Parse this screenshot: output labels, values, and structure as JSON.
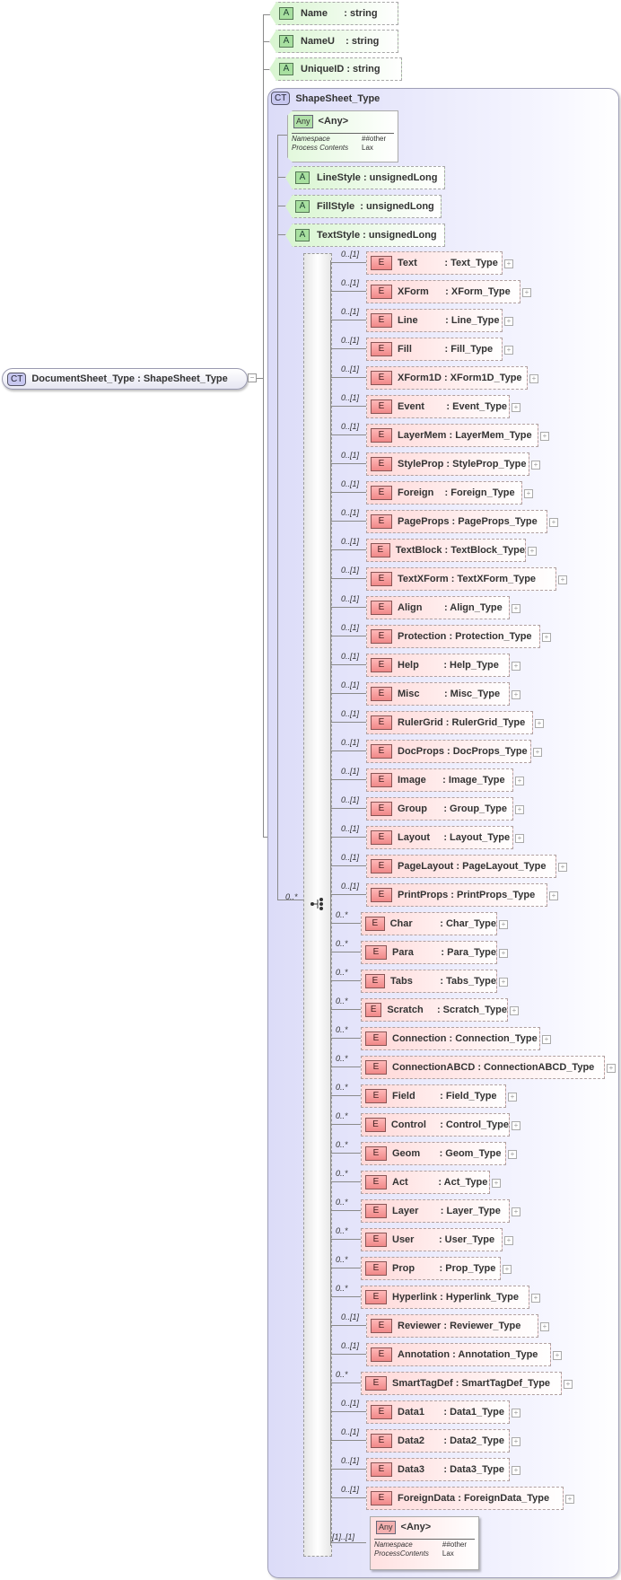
{
  "root": {
    "badge": "CT",
    "label": "DocumentSheet_Type : ShapeSheet_Type",
    "collapse": "−"
  },
  "attributes": [
    {
      "badge": "A",
      "label": "Name      : string"
    },
    {
      "badge": "A",
      "label": "NameU    : string"
    },
    {
      "badge": "A",
      "label": "UniqueID : string"
    }
  ],
  "complex_type": {
    "badge": "CT",
    "title": "ShapeSheet_Type",
    "any_top": {
      "badge": "Any",
      "label": "<Any>",
      "props": [
        {
          "key": "Namespace",
          "value": "##other"
        },
        {
          "key": "Process Contents",
          "value": "Lax"
        }
      ]
    },
    "attributes": [
      {
        "badge": "A",
        "label": "LineStyle : unsignedLong"
      },
      {
        "badge": "A",
        "label": "FillStyle  : unsignedLong"
      },
      {
        "badge": "A",
        "label": "TextStyle : unsignedLong"
      }
    ],
    "sequence_occurrence": "0..*",
    "elements": [
      {
        "occ": "0..[1]",
        "label": "Text          : Text_Type"
      },
      {
        "occ": "0..[1]",
        "label": "XForm      : XForm_Type"
      },
      {
        "occ": "0..[1]",
        "label": "Line          : Line_Type"
      },
      {
        "occ": "0..[1]",
        "label": "Fill            : Fill_Type"
      },
      {
        "occ": "0..[1]",
        "label": "XForm1D : XForm1D_Type"
      },
      {
        "occ": "0..[1]",
        "label": "Event        : Event_Type"
      },
      {
        "occ": "0..[1]",
        "label": "LayerMem : LayerMem_Type"
      },
      {
        "occ": "0..[1]",
        "label": "StyleProp : StyleProp_Type"
      },
      {
        "occ": "0..[1]",
        "label": "Foreign    : Foreign_Type"
      },
      {
        "occ": "0..[1]",
        "label": "PageProps : PageProps_Type"
      },
      {
        "occ": "0..[1]",
        "label": "TextBlock : TextBlock_Type"
      },
      {
        "occ": "0..[1]",
        "label": "TextXForm : TextXForm_Type"
      },
      {
        "occ": "0..[1]",
        "label": "Align        : Align_Type"
      },
      {
        "occ": "0..[1]",
        "label": "Protection : Protection_Type"
      },
      {
        "occ": "0..[1]",
        "label": "Help         : Help_Type"
      },
      {
        "occ": "0..[1]",
        "label": "Misc         : Misc_Type"
      },
      {
        "occ": "0..[1]",
        "label": "RulerGrid : RulerGrid_Type"
      },
      {
        "occ": "0..[1]",
        "label": "DocProps : DocProps_Type"
      },
      {
        "occ": "0..[1]",
        "label": "Image      : Image_Type"
      },
      {
        "occ": "0..[1]",
        "label": "Group      : Group_Type"
      },
      {
        "occ": "0..[1]",
        "label": "Layout     : Layout_Type"
      },
      {
        "occ": "0..[1]",
        "label": "PageLayout : PageLayout_Type"
      },
      {
        "occ": "0..[1]",
        "label": "PrintProps : PrintProps_Type"
      },
      {
        "occ": "0..*",
        "label": "Char          : Char_Type"
      },
      {
        "occ": "0..*",
        "label": "Para          : Para_Type"
      },
      {
        "occ": "0..*",
        "label": "Tabs          : Tabs_Type"
      },
      {
        "occ": "0..*",
        "label": "Scratch     : Scratch_Type"
      },
      {
        "occ": "0..*",
        "label": "Connection : Connection_Type"
      },
      {
        "occ": "0..*",
        "label": "ConnectionABCD : ConnectionABCD_Type"
      },
      {
        "occ": "0..*",
        "label": "Field         : Field_Type"
      },
      {
        "occ": "0..*",
        "label": "Control     : Control_Type"
      },
      {
        "occ": "0..*",
        "label": "Geom       : Geom_Type"
      },
      {
        "occ": "0..*",
        "label": "Act           : Act_Type"
      },
      {
        "occ": "0..*",
        "label": "Layer        : Layer_Type"
      },
      {
        "occ": "0..*",
        "label": "User         : User_Type"
      },
      {
        "occ": "0..*",
        "label": "Prop         : Prop_Type"
      },
      {
        "occ": "0..*",
        "label": "Hyperlink : Hyperlink_Type"
      },
      {
        "occ": "0..[1]",
        "label": "Reviewer : Reviewer_Type"
      },
      {
        "occ": "0..[1]",
        "label": "Annotation : Annotation_Type"
      },
      {
        "occ": "0..*",
        "label": "SmartTagDef : SmartTagDef_Type"
      },
      {
        "occ": "0..[1]",
        "label": "Data1       : Data1_Type"
      },
      {
        "occ": "0..[1]",
        "label": "Data2       : Data2_Type"
      },
      {
        "occ": "0..[1]",
        "label": "Data3       : Data3_Type"
      },
      {
        "occ": "0..[1]",
        "label": "ForeignData : ForeignData_Type"
      }
    ],
    "any_bottom": {
      "occ": "[1]..[1]",
      "badge": "Any",
      "label": "<Any>",
      "props": [
        {
          "key": "Namespace",
          "value": "##other"
        },
        {
          "key": "ProcessContents",
          "value": "Lax"
        }
      ]
    }
  },
  "colors": {
    "attribute_fill": "#d8f5d0",
    "element_fill": "#ffd8d8",
    "complex_type_fill": "#dcdcf8",
    "connector": "#8a8a8a"
  }
}
